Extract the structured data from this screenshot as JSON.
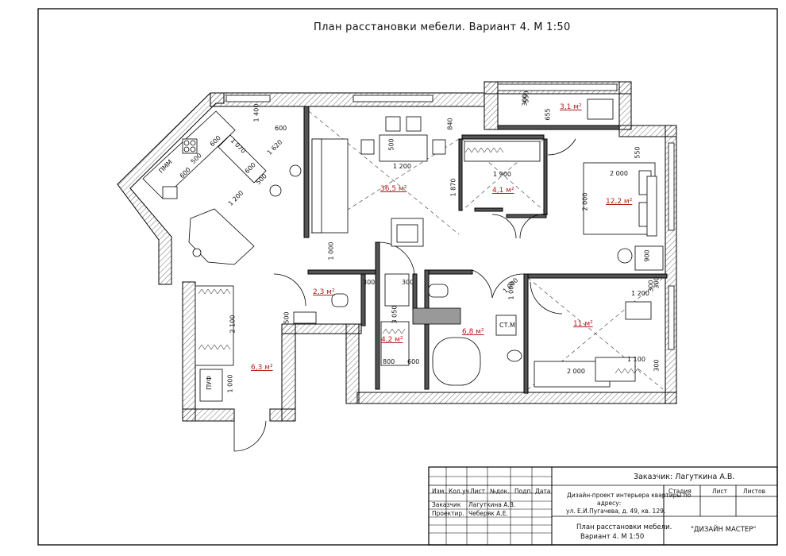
{
  "sheet": {
    "title": "План расстановки мебели. Вариант 4. М 1:50"
  },
  "rooms": [
    {
      "id": "living",
      "area": "36,5 м²"
    },
    {
      "id": "dressing",
      "area": "4,1 м²"
    },
    {
      "id": "bedroom",
      "area": "12,2 м²"
    },
    {
      "id": "balcony",
      "area": "3,1 м²"
    },
    {
      "id": "wc",
      "area": "2,3 м²"
    },
    {
      "id": "hall",
      "area": "6,3 м²"
    },
    {
      "id": "closet",
      "area": "4,2 м²"
    },
    {
      "id": "bath",
      "area": "6,8 м²"
    },
    {
      "id": "room",
      "area": "11 м²"
    }
  ],
  "dimensions": [
    "600",
    "1 400",
    "1 620",
    "1 070",
    "1 200",
    "600",
    "500",
    "600",
    "500",
    "600",
    "1 000",
    "500",
    "1 200",
    "840",
    "1 870",
    "1 900",
    "550",
    "2 000",
    "2 000",
    "900",
    "655",
    "1 000",
    "300",
    "550",
    "300",
    "300",
    "1 000",
    "300",
    "3 050",
    "800",
    "600",
    "500",
    "2 100",
    "1 000",
    "1 200",
    "300",
    "1 100",
    "2 000",
    "300"
  ],
  "fixtures": {
    "fridge_label": "ПММ",
    "hood_label": "ПУФ",
    "washer_label": "СТ.М"
  },
  "title_block": {
    "customer": "Заказчик: Лагуткина А.В.",
    "headers": [
      "Изм.",
      "Кол.уч",
      "Лист",
      "№док.",
      "Подп.",
      "Дата"
    ],
    "row_customer_label": "Заказчик",
    "row_customer_value": "Лагуткина А.В.",
    "row_designer_label": "Проектир.",
    "row_designer_value": "Чеберяк А.Е.",
    "project": [
      "Дизайн-проект интерьера квартиры по",
      "адресу:",
      "ул. Е.И.Пугачева, д. 49, кв. 129."
    ],
    "stage_headers": [
      "Стадия",
      "Лист",
      "Листов"
    ],
    "sheet_name": [
      "План расстановки мебели.",
      "Вариант 4. М 1:50"
    ],
    "studio": "\"ДИЗАЙН МАСТЕР\""
  }
}
